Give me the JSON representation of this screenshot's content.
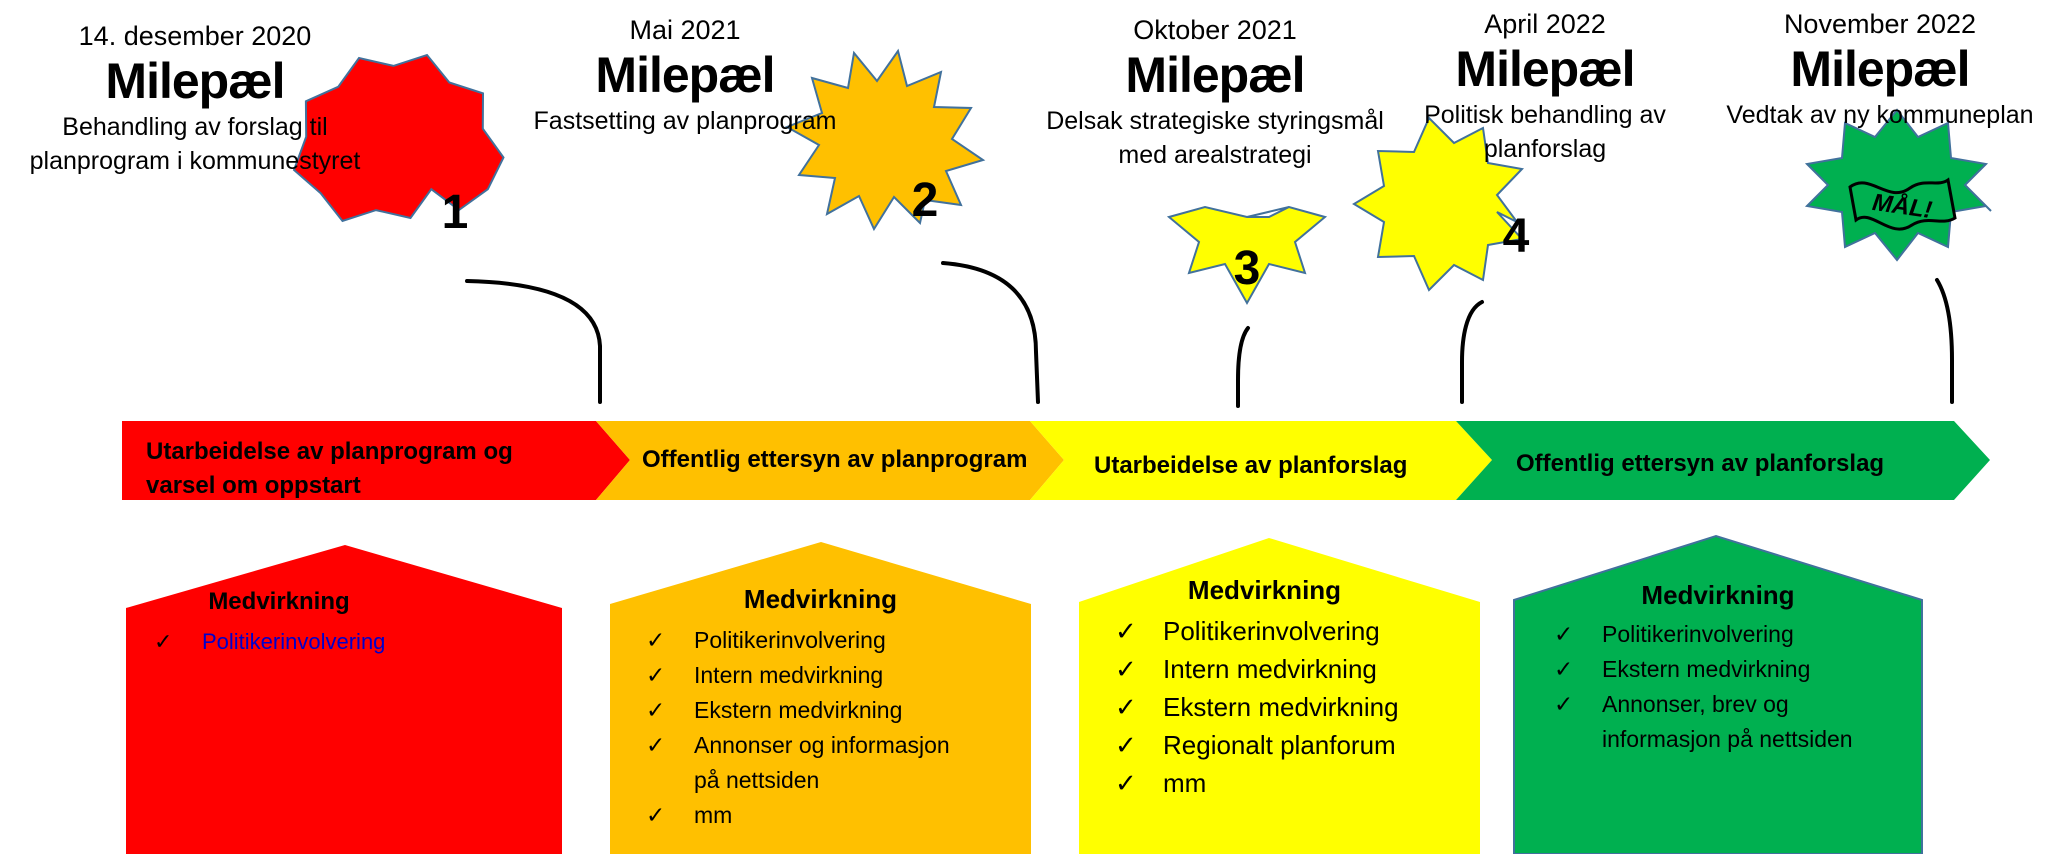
{
  "milestones": [
    {
      "date": "14. desember 2020",
      "title": "Milepæl",
      "desc_lines": [
        "Behandling av forslag til",
        "planprogram i kommunestyret"
      ],
      "badge": "1",
      "color": "#ff0000"
    },
    {
      "date": "Mai 2021",
      "title": "Milepæl",
      "desc_lines": [
        "Fastsetting av planprogram"
      ],
      "badge": "2",
      "color": "#ffc000"
    },
    {
      "date": "Oktober 2021",
      "title": "Milepæl",
      "desc_lines": [
        "Delsak strategiske styringsmål",
        "med arealstrategi"
      ],
      "badge": "3",
      "color": "#ffff00"
    },
    {
      "date": "April 2022",
      "title": "Milepæl",
      "desc_lines": [
        "Politisk behandling av",
        "planforslag"
      ],
      "badge": "4",
      "color": "#ffff00"
    },
    {
      "date": "November 2022",
      "title": "Milepæl",
      "desc_lines": [
        "Vedtak av ny kommuneplan"
      ],
      "badge": "MÅL!",
      "color": "#00b050"
    }
  ],
  "phases": [
    {
      "label_lines": [
        "Utarbeidelse av planprogram og",
        "varsel om oppstart"
      ],
      "color": "#ff0000"
    },
    {
      "label_lines": [
        "Offentlig ettersyn av planprogram"
      ],
      "color": "#ffc000"
    },
    {
      "label_lines": [
        "Utarbeidelse av planforslag"
      ],
      "color": "#ffff00"
    },
    {
      "label_lines": [
        "Offentlig ettersyn av planforslag"
      ],
      "color": "#00b050"
    }
  ],
  "cards": [
    {
      "heading": "Medvirkning",
      "color": "#ff0000",
      "text_color": "#0000cc",
      "items": [
        "Politikerinvolvering"
      ]
    },
    {
      "heading": "Medvirkning",
      "color": "#ffc000",
      "text_color": "#000000",
      "items": [
        "Politikerinvolvering",
        "Intern medvirkning",
        "Ekstern medvirkning",
        "Annonser og informasjon på nettsiden",
        "mm"
      ]
    },
    {
      "heading": "Medvirkning",
      "color": "#ffff00",
      "text_color": "#000000",
      "items": [
        "Politikerinvolvering",
        "Intern medvirkning",
        "Ekstern medvirkning",
        "Regionalt planforum",
        "mm"
      ]
    },
    {
      "heading": "Medvirkning",
      "color": "#00b050",
      "text_color": "#000000",
      "items": [
        "Politikerinvolvering",
        "Ekstern medvirkning",
        "Annonser, brev og informasjon på nettsiden"
      ]
    }
  ],
  "check_glyph": "✓"
}
